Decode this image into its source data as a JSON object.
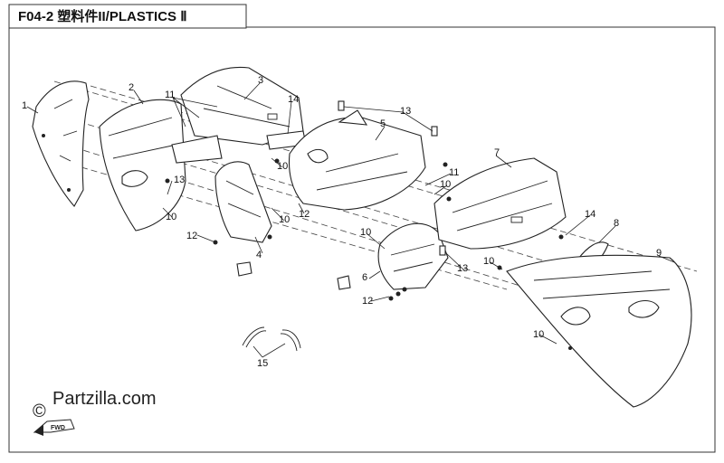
{
  "header": {
    "title": "F04-2 塑料件II/PLASTICS Ⅱ"
  },
  "watermark": {
    "text": "Partzilla.com",
    "copyright_symbol": "©"
  },
  "direction_badge": {
    "text": "FWD"
  },
  "callouts": {
    "c1": "1",
    "c2": "2",
    "c3": "3",
    "c4": "4",
    "c5": "5",
    "c6": "6",
    "c7": "7",
    "c8": "8",
    "c9": "9",
    "c10a": "10",
    "c10b": "10",
    "c10c": "10",
    "c10d": "10",
    "c10e": "10",
    "c10f": "10",
    "c10g": "10",
    "c11a": "11",
    "c11b": "11",
    "c12a": "12",
    "c12b": "12",
    "c12c": "12",
    "c13a": "13",
    "c13b": "13",
    "c13c": "13",
    "c14a": "14",
    "c14b": "14",
    "c15": "15"
  }
}
